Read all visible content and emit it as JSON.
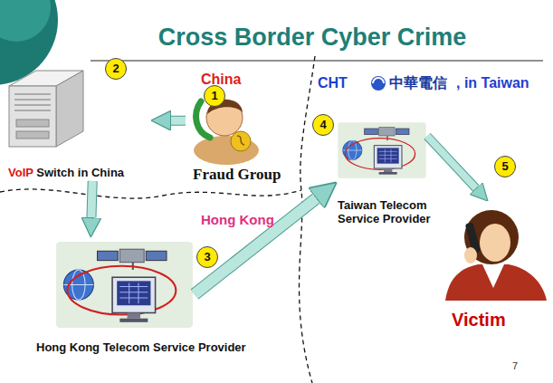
{
  "diagram": {
    "title": "Cross Border Cyber Crime",
    "nodes": [
      {
        "text": [
          "VoIP Switch in China"
        ]
      },
      {
        "text": [
          "Fraud Group"
        ]
      },
      {
        "text": [
          "Hong Kong Telecom Service Provider"
        ]
      },
      {
        "text": [
          "Taiwan Telecom Service Provider"
        ]
      },
      {
        "text": [
          "Victim"
        ]
      }
    ],
    "edges": [
      {
        "from": 1,
        "to": 0,
        "arrow": "to"
      },
      {
        "from": 0,
        "to": 2,
        "arrow": "to"
      },
      {
        "from": 2,
        "to": 3,
        "arrow": "to"
      },
      {
        "from": 3,
        "to": 4,
        "arrow": "to"
      }
    ],
    "labels": [
      "China",
      "1",
      "2",
      "CHT",
      "中華電信",
      ", in Taiwan",
      "4",
      "Hong Kong",
      "3",
      "5",
      "7"
    ]
  }
}
